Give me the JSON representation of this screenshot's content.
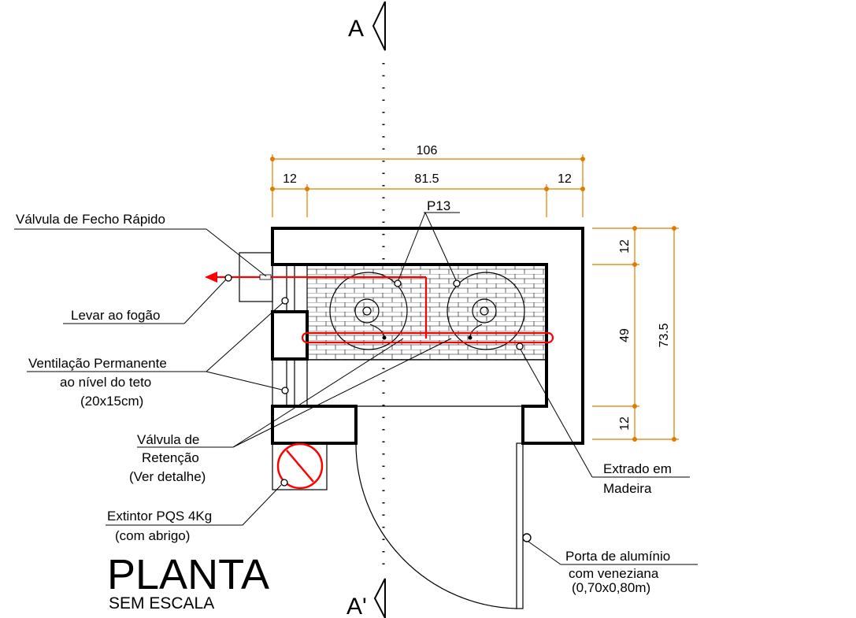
{
  "section_marks": {
    "top": "A",
    "bottom": "A'"
  },
  "dimensions": {
    "total_width": "106",
    "left_wall": "12",
    "inner_width": "81.5",
    "right_wall": "12",
    "total_depth": "73.5",
    "top_wall": "12",
    "inner_depth": "49",
    "bottom_wall": "12"
  },
  "labels": {
    "p13": "P13",
    "valve_quick": "Válvula de Fecho Rápido",
    "to_stove": "Levar ao fogão",
    "vent_line1": "Ventilação Permanente",
    "vent_line2": "ao nível do teto",
    "vent_line3": "(20x15cm)",
    "check_line1": "Válvula de",
    "check_line2": "Retenção",
    "check_line3": "(Ver detalhe)",
    "ext_line1": "Extintor PQS 4Kg",
    "ext_line2": "(com abrigo)",
    "wood_line1": "Extrado em",
    "wood_line2": "Madeira",
    "door_line1": "Porta de alumínio",
    "door_line2": "com veneziana",
    "door_line3": "(0,70x0,80m)"
  },
  "title": {
    "main": "PLANTA",
    "sub": "SEM ESCALA"
  },
  "colors": {
    "dimension": "#e07b00",
    "gas_line": "#ff0000",
    "walls": "#000000"
  }
}
